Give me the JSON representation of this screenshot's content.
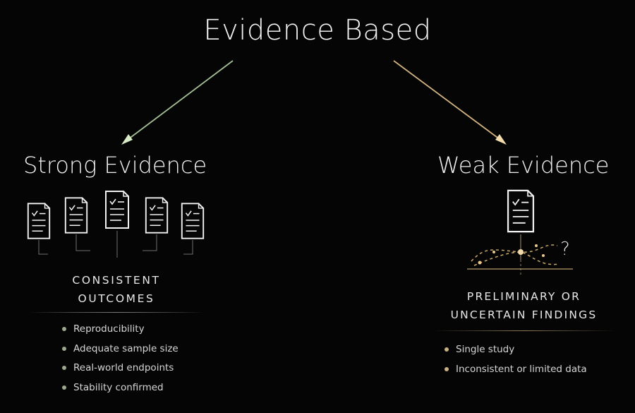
{
  "title": "Evidence Based",
  "strong": {
    "heading": "Strong Evidence",
    "subtitle_lines": [
      "CONSISTENT",
      "OUTCOMES"
    ],
    "bullets": [
      "Reproducibility",
      "Adequate sample size",
      "Real-world endpoints",
      "Stability confirmed"
    ],
    "accent_color": "#b8d4a8",
    "icon": "document-checklist-icon"
  },
  "weak": {
    "heading": "Weak Evidence",
    "subtitle_lines": [
      "PRELIMINARY OR",
      "UNCERTAIN FINDINGS"
    ],
    "bullets": [
      "Single study",
      "Inconsistent or limited data"
    ],
    "accent_color": "#e8c890",
    "icon": "document-checklist-icon",
    "question_mark": "?"
  }
}
